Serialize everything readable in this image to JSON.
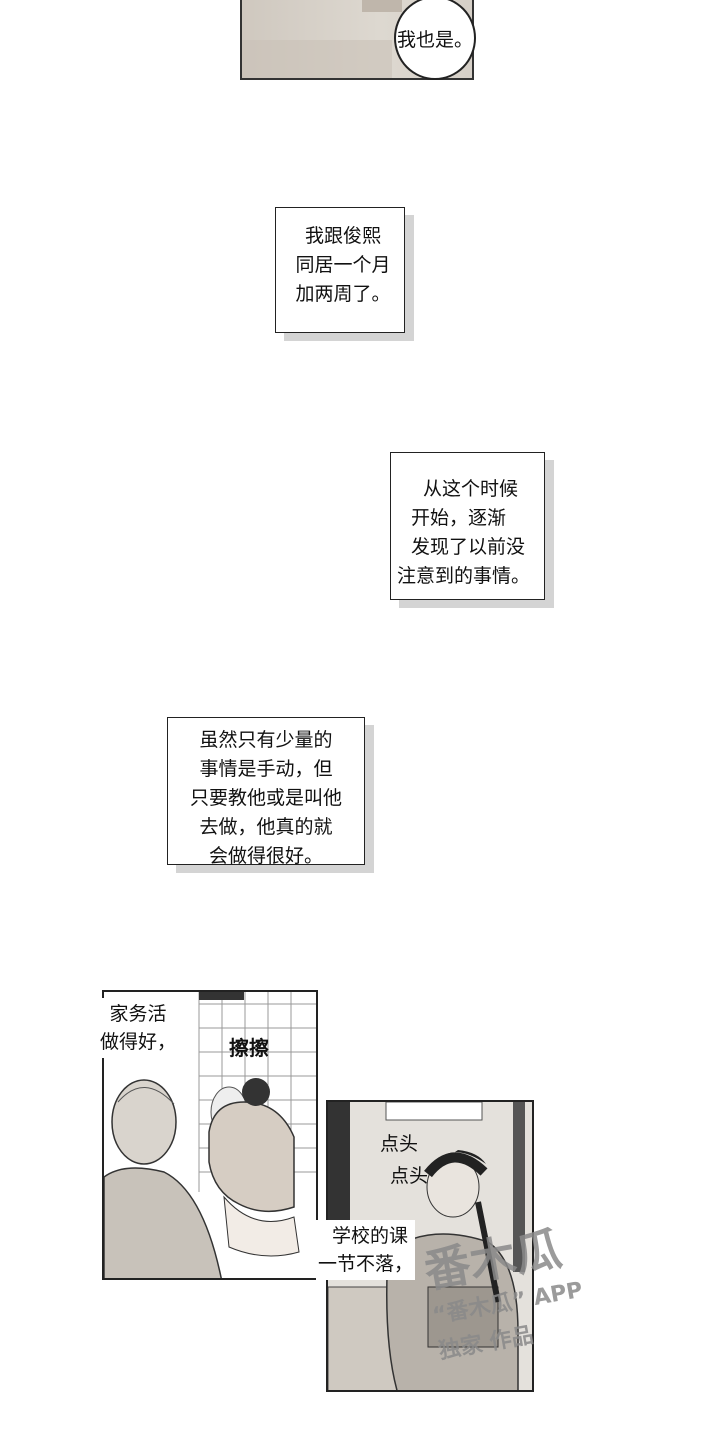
{
  "top_panel": {
    "bubble_text": "我也是。"
  },
  "narration": {
    "box1": [
      "我跟俊熙",
      "同居一个月",
      "加两周了。"
    ],
    "box2": [
      "从这个时候",
      "开始，逐渐",
      "发现了以前没",
      "注意到的事情。"
    ],
    "box3": [
      "虽然只有少量的",
      "事情是手动，但",
      "只要教他或是叫他",
      "去做，他真的就",
      "会做得很好。"
    ]
  },
  "panel_clean": {
    "caption": [
      "家务活",
      "做得好，"
    ],
    "sfx": "擦擦"
  },
  "panel_study": {
    "sfx": [
      "点头",
      "点头"
    ],
    "caption": [
      "学校的课",
      "一节不落，"
    ]
  },
  "watermark": {
    "line1": "番木瓜",
    "line2": "“番木瓜” APP",
    "line3": "独家 作品"
  },
  "colors": {
    "line": "#222222",
    "tone_light": "#e4e1dc",
    "tone_mid": "#c8c2ba",
    "shadow": "#d4d4d4"
  }
}
